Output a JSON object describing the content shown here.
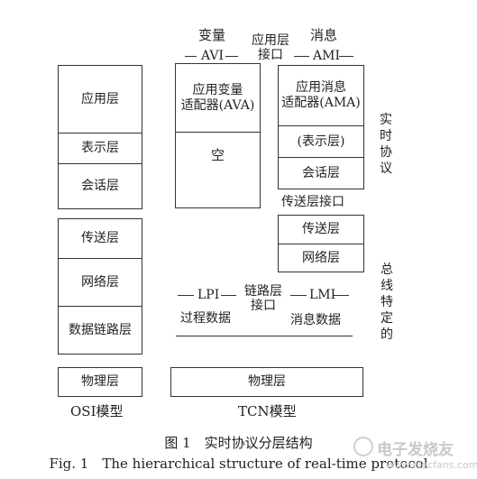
{
  "osi": {
    "layers": [
      "应用层",
      "表示层",
      "会话层",
      "传送层",
      "网络层",
      "数据链路层",
      "物理层"
    ],
    "model_label": "OSI模型"
  },
  "tcn": {
    "avi": {
      "top": "变量",
      "marker": "AVI",
      "box": "应用变量\n适配器(AVA)",
      "empty": "空"
    },
    "app_interface": "应用层\n接口",
    "ami": {
      "top": "消息",
      "marker": "AMI",
      "box": "应用消息\n适配器(AMA)",
      "presentation": "(表示层)",
      "session": "会话层"
    },
    "transport_interface": "传送层接口",
    "transport": "传送层",
    "network": "网络层",
    "lpi": {
      "marker": "LPI",
      "label": "过程数据"
    },
    "link_interface": "链路层\n接口",
    "lmi": {
      "marker": "LMI",
      "label": "消息数据"
    },
    "physical": "物理层",
    "model_label": "TCN模型"
  },
  "side_labels": {
    "realtime": "实时协议",
    "bus": "总线特定的"
  },
  "caption": {
    "zh": "图 1　实时协议分层结构",
    "en": "Fig. 1　The hierarchical structure of real-time protocol"
  },
  "watermark": {
    "cn": "电子发烧友",
    "url": "www.elecfans.com"
  }
}
